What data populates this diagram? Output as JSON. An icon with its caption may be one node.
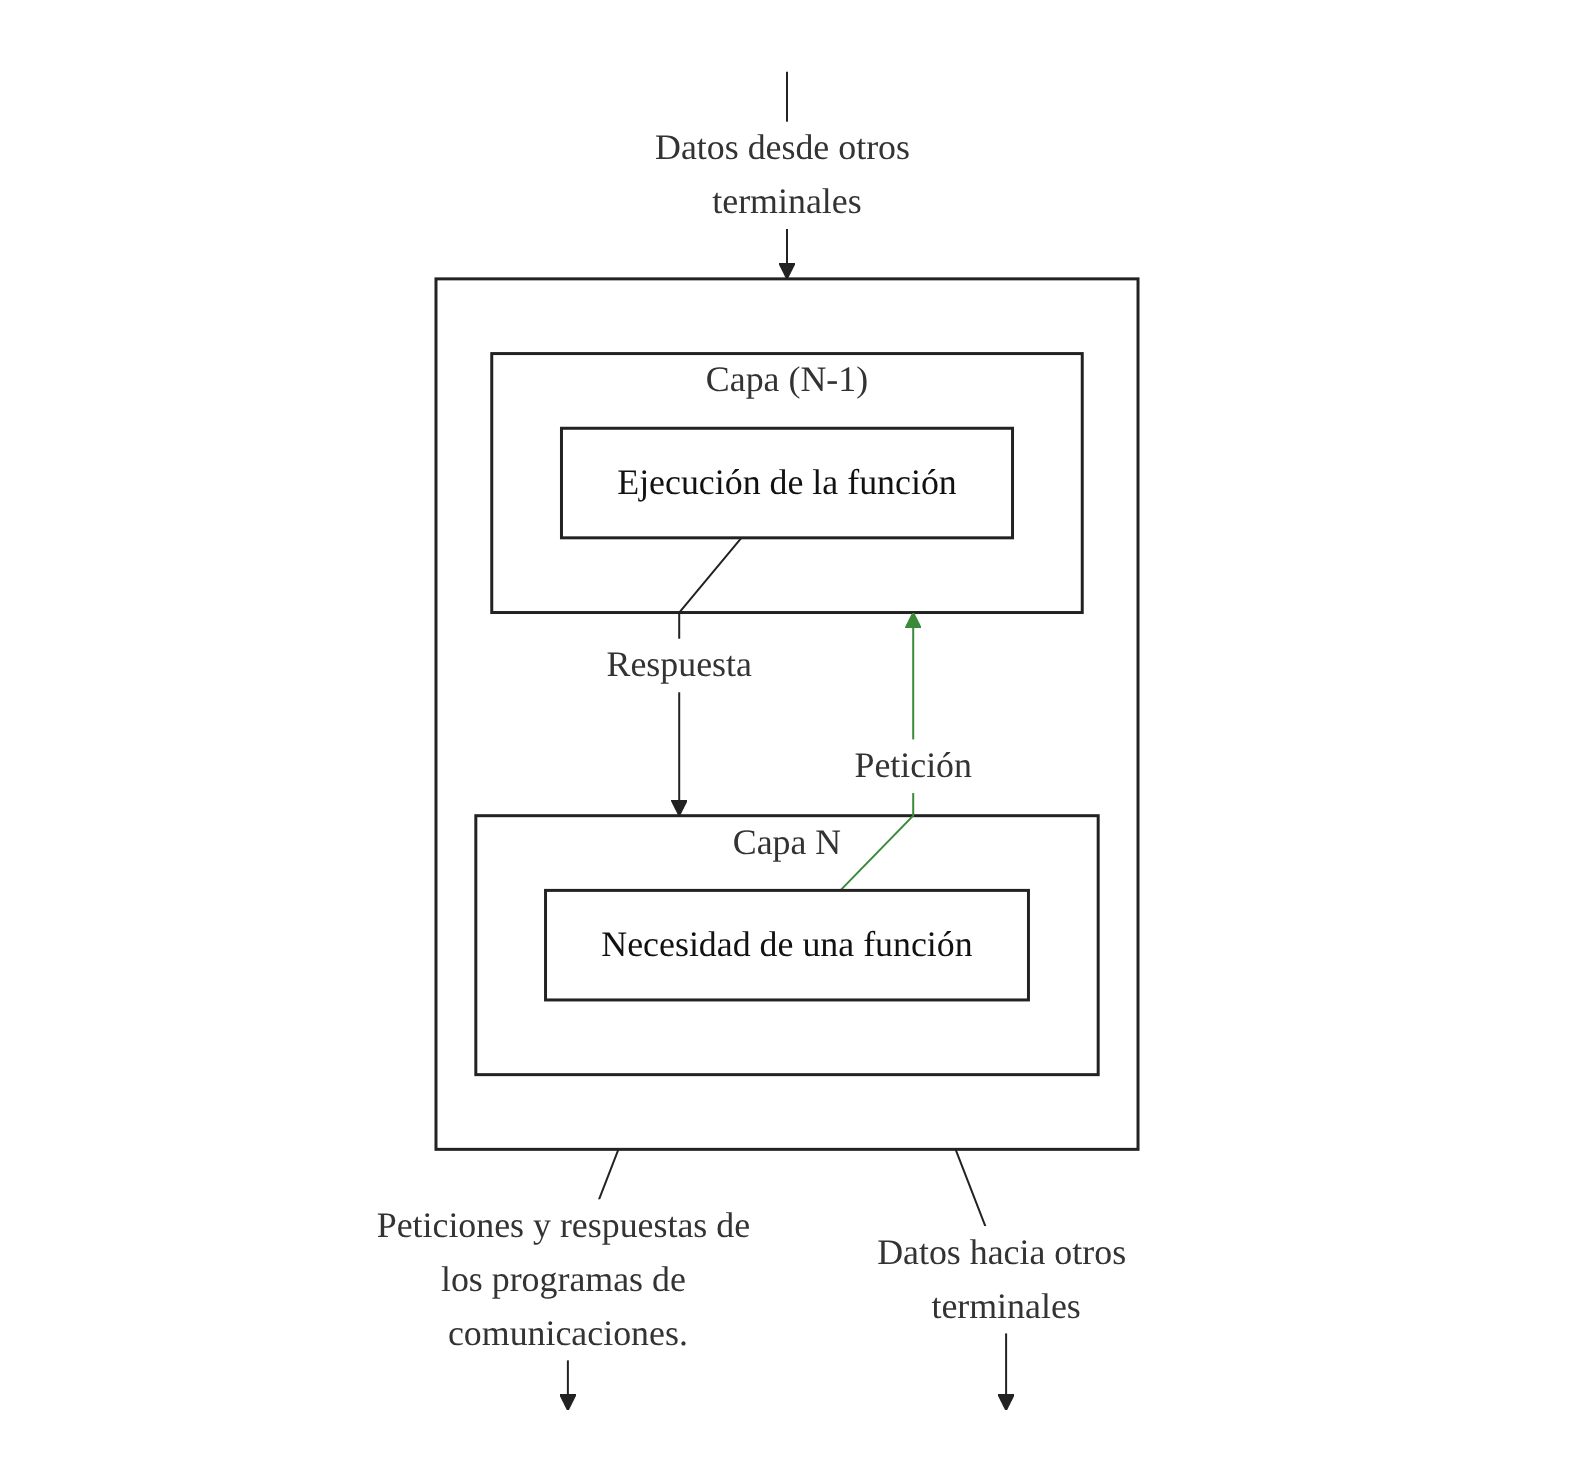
{
  "diagram": {
    "nodes": [
      {
        "text": [],
        "shape": "box"
      },
      {
        "text": [
          "Capa N"
        ],
        "in": 0
      },
      {
        "text": [
          "Necesidad de una función"
        ],
        "in": 1
      },
      {
        "text": [
          "Capa (N-1)"
        ],
        "in": 0
      },
      {
        "text": [
          "Ejecución de la función"
        ],
        "in": 3
      }
    ],
    "edges": [
      {
        "from": 0,
        "to": null,
        "arrow": "to",
        "label": "Peticiones y respuestas de los programas de comunicaciones."
      },
      {
        "from": 2,
        "to": 3,
        "arrow": "to",
        "label": "Petición",
        "color": "#3a8a3a"
      },
      {
        "from": 4,
        "to": 1,
        "arrow": "to",
        "label": "Respuesta"
      },
      {
        "from": null,
        "to": 0,
        "arrow": "to",
        "label": "Datos desde otros terminales"
      },
      {
        "from": 0,
        "to": null,
        "arrow": "to",
        "label": "Datos hacia otros terminales"
      }
    ]
  }
}
